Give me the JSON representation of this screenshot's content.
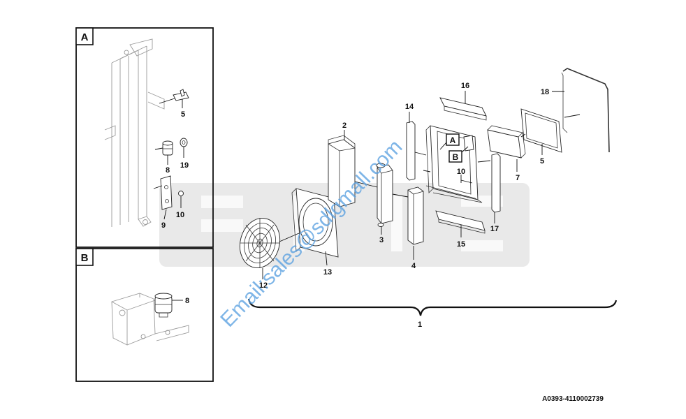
{
  "watermark_email": "Email:sales@sdlgmall.com",
  "drawing_code": "A0393-4110002739",
  "detail_boxes": [
    {
      "letter": "A"
    },
    {
      "letter": "B"
    }
  ],
  "callouts": {
    "a5": "5",
    "a8": "8",
    "a19": "19",
    "a9": "9",
    "a10": "10",
    "b8": "8",
    "m2": "2",
    "m3": "3",
    "m4": "4",
    "m14": "14",
    "m16": "16",
    "m10": "10",
    "m15": "15",
    "m17": "17",
    "m7": "7",
    "m5": "5",
    "m18": "18",
    "m12": "12",
    "m13": "13",
    "m1": "1",
    "refA": "A",
    "refB": "B"
  }
}
